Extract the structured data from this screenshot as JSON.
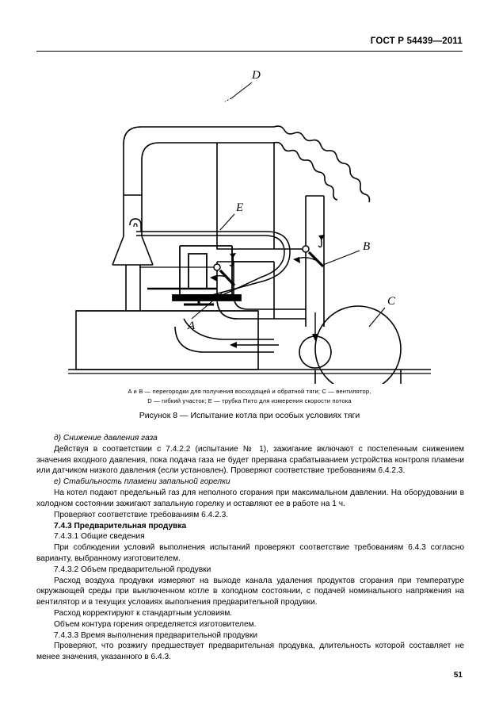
{
  "header": {
    "standard_label": "ГОСТ Р 54439—2011"
  },
  "figure": {
    "labels": {
      "a": "A",
      "b": "B",
      "c": "C",
      "d": "D",
      "e": "E"
    },
    "legend_line_1_prefix": "A и B",
    "legend_line_1": "A и B — перегородки для получения восходящей и обратной тяги;  C — вентилятор,",
    "legend_line_2": "D — гибкий участок; E —  трубка Пито для измерения скорости потока",
    "caption": "Рисунок 8 — Испытание котла при особых условиях тяги"
  },
  "body": {
    "paragraphs": [
      {
        "style": "ital",
        "text": "д) Снижение давления газа"
      },
      {
        "style": "ind",
        "text": "Действуя в соответствии с 7.4.2.2 (испытание № 1), зажигание включают с постепенным снижением значения входного давления, пока подача газа не будет прервана срабатыванием устройства контроля пламени или датчиком низкого давления (если установлен). Проверяют соответствие требованиям  6.4.2.3."
      },
      {
        "style": "ital",
        "text": "е) Стабильность пламени запальной горелки"
      },
      {
        "style": "ind",
        "text": "На котел подают предельный газ для неполного сгорания при максимальном давлении. На оборудовании в холодном состоянии зажигают запальную горелку и оставляют ее в работе на 1 ч."
      },
      {
        "style": "ind nojust",
        "text": "Проверяют соответствие требованиям 6.4.2.3."
      },
      {
        "style": "hd nojust",
        "text": "7.4.3  Предварительная продувка"
      },
      {
        "style": "ind nojust",
        "text": "7.4.3.1  Общие сведения"
      },
      {
        "style": "ind",
        "text": "При соблюдении условий выполнения испытаний проверяют соответствие требованиям 6.4.3 согласно варианту, выбранному изготовителем."
      },
      {
        "style": "ind nojust",
        "text": "7.4.3.2 Объем предварительной продувки"
      },
      {
        "style": "ind",
        "text": "Расход воздуха продувки измеряют на выходе канала удаления продуктов сгорания при температуре окружающей среды при выключенном котле в холодном состоянии, с подачей номинального напряжения на вентилятор и в текущих условиях выполнения предварительной продувки."
      },
      {
        "style": "ind nojust",
        "text": "Расход корректируют к стандартным условиям."
      },
      {
        "style": "ind nojust",
        "text": "Объем контура горения определяется изготовителем."
      },
      {
        "style": "ind nojust",
        "text": "7.4.3.3 Время выполнения предварительной продувки"
      },
      {
        "style": "ind",
        "text": "Проверяют, что розжигу предшествует предварительная продувка, длительность которой составляет не менее значения, указанного в 6.4.3."
      }
    ]
  },
  "footer": {
    "page_number": "51"
  }
}
